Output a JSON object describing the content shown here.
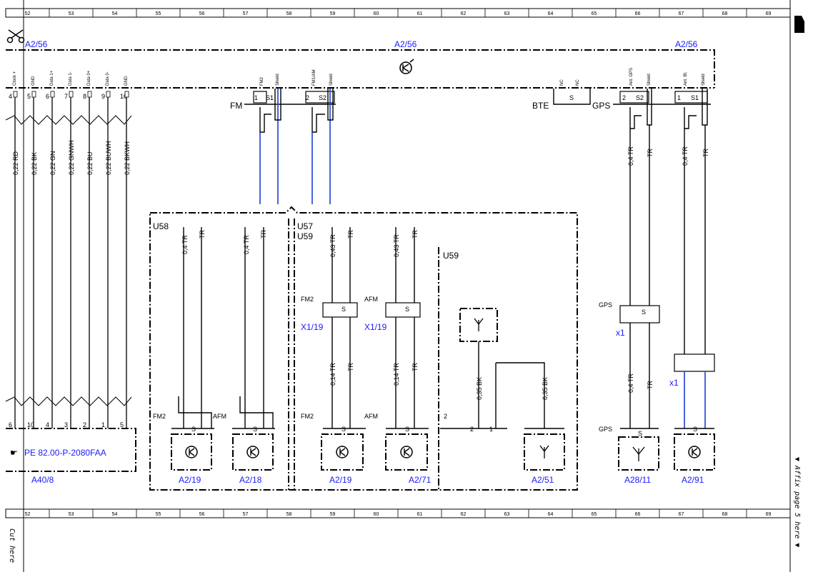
{
  "grid": {
    "columns": [
      "52",
      "53",
      "54",
      "55",
      "56",
      "57",
      "58",
      "59",
      "60",
      "61",
      "62",
      "63",
      "64",
      "65",
      "66",
      "67",
      "68",
      "69"
    ]
  },
  "top": {
    "component_left": "A2/56",
    "component_center": "A2/56",
    "component_right": "A2/56",
    "connector_pins": [
      {
        "num": "4",
        "label": "Clock +"
      },
      {
        "num": "5",
        "label": "GND"
      },
      {
        "num": "6",
        "label": "Data 1+"
      },
      {
        "num": "7",
        "label": "Data 1-"
      },
      {
        "num": "8",
        "label": "Data 0+"
      },
      {
        "num": "9",
        "label": "Data 0-"
      },
      {
        "num": "10",
        "label": "GND"
      }
    ],
    "fm_label": "FM",
    "fm_pins": [
      "1",
      "S1",
      "2",
      "S2"
    ],
    "fm_pin_labels": [
      "FM2",
      "Shield",
      "FM1/AM",
      "Shield"
    ],
    "bte_label": "BTE",
    "bte_pins": [
      "NC",
      "S",
      "NC"
    ],
    "gps_label": "GPS",
    "gps_pins": [
      "2",
      "S2",
      "1",
      "S1"
    ],
    "gps_pin_labels": [
      "Ant. GPS",
      "Shield",
      "Ant. Bt.",
      "Shield"
    ]
  },
  "wires_left": [
    "0,22 RD",
    "0,22 BK",
    "0,22 GN",
    "0,22 GNWH",
    "0,22 BU",
    "0,22 BUWH",
    "0,22 BKWH"
  ],
  "wires_right": [
    "0,4 TR",
    "TR",
    "0,4 TR",
    "TR"
  ],
  "bottom_left": {
    "pins": [
      "6",
      "10",
      "4",
      "3",
      "2",
      "1",
      "5"
    ],
    "reference": "PE 82.00-P-2080FAA",
    "component": "A40/8"
  },
  "u58": {
    "title": "U58",
    "wire_tr": "0,4 TR",
    "wire_shield": "TR",
    "fm2": "FM2",
    "afm": "AFM",
    "pin_s": "S",
    "comp1": "A2/19",
    "comp2": "A2/18"
  },
  "u57": {
    "title1": "U57",
    "title2": "U59",
    "upper_tr": "0,43 TR",
    "shield": "TR",
    "lower_tr": "0,14 TR",
    "fm2": "FM2",
    "afm": "AFM",
    "connector": "X1/19",
    "pin_s": "S",
    "comp1": "A2/19",
    "comp2": "A2/71"
  },
  "u59": {
    "title": "U59",
    "wire1": "0,35 BK",
    "wire2": "0,35 BK",
    "pin2": "2",
    "pin1": "1",
    "pin2b": "2",
    "comp": "A2/51"
  },
  "right": {
    "gps_top": "GPS",
    "x1a": "x1",
    "x1b": "x1",
    "lower_tr": "0,4 TR",
    "shield": "TR",
    "gps_bottom": "GPS",
    "pin_s": "S",
    "comp1": "A28/11",
    "comp2": "A2/91"
  },
  "side": {
    "affix": "▼ Affix page 5 here ▼",
    "cut": "Cut here"
  }
}
